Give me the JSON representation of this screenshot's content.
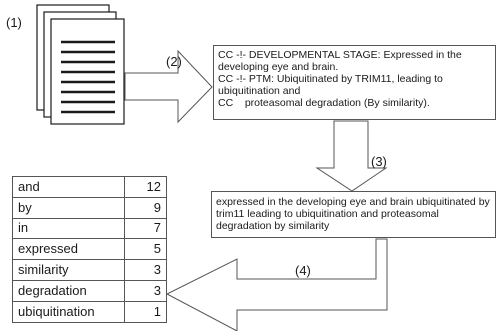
{
  "steps": {
    "s1": "(1)",
    "s2": "(2)",
    "s3": "(3)",
    "s4": "(4)"
  },
  "record_text": "CC -!- DEVELOPMENTAL STAGE: Expressed in the developing eye and brain.\nCC -!- PTM: Ubiquitinated by TRIM11, leading to ubiquitination and\nCC    proteasomal degradation (By similarity).",
  "processed_text": "expressed in the developing eye and brain ubiquitinated by trim11 leading to ubiquitination and proteasomal degradation by similarity",
  "word_counts": [
    {
      "word": "and",
      "count": "12"
    },
    {
      "word": "by",
      "count": "9"
    },
    {
      "word": "in",
      "count": "7"
    },
    {
      "word": "expressed",
      "count": "5"
    },
    {
      "word": "similarity",
      "count": "3"
    },
    {
      "word": "degradation",
      "count": "3"
    },
    {
      "word": "ubiquitination",
      "count": "1"
    }
  ],
  "icons": [
    "document-stack-icon",
    "arrow-right-icon",
    "arrow-down-icon",
    "arrow-left-icon"
  ]
}
